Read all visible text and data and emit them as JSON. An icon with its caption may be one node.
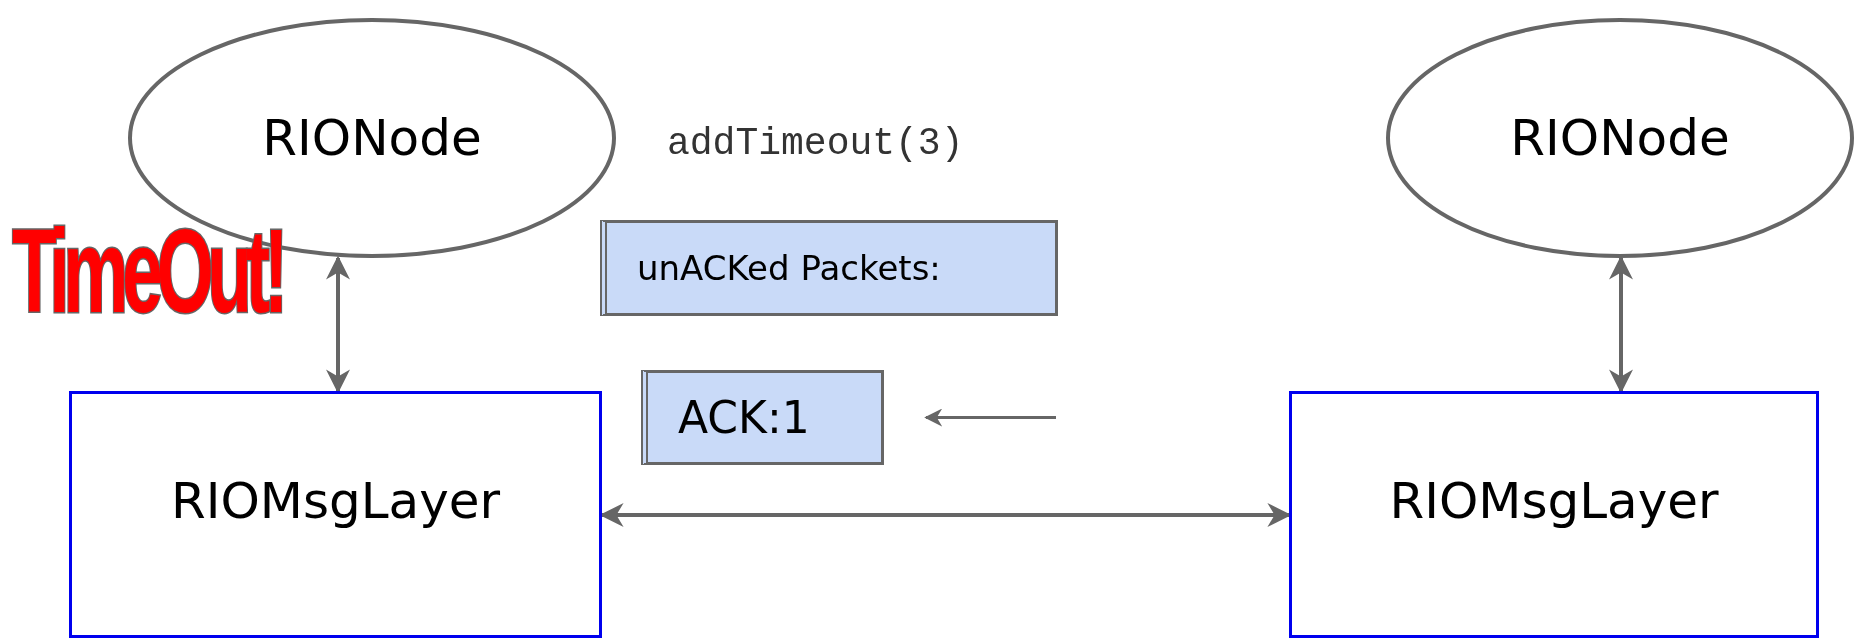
{
  "diagram": {
    "nodes": [
      {
        "text": [
          "RIONode"
        ]
      },
      {
        "text": [
          "RIONode"
        ]
      },
      {
        "text": [
          "RIOMsgLayer"
        ]
      },
      {
        "text": [
          "RIOMsgLayer"
        ]
      },
      {
        "text": [
          "unACKed Packets:"
        ]
      },
      {
        "text": [
          "ACK:1"
        ]
      }
    ],
    "edges": [
      {
        "from": 0,
        "to": 2,
        "arrow": "both"
      },
      {
        "from": 1,
        "to": 3,
        "arrow": "both"
      },
      {
        "from": 2,
        "to": 3,
        "arrow": "both"
      },
      {
        "from": null,
        "to": 5,
        "arrow": "to"
      }
    ],
    "labels": [
      "addTimeout(3)",
      "TimeOut!"
    ]
  }
}
